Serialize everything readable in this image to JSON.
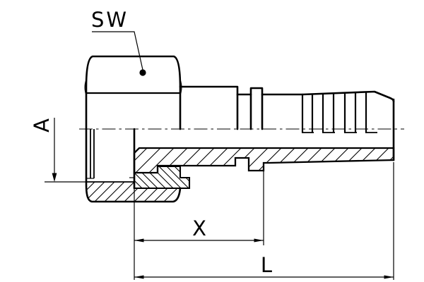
{
  "drawing": {
    "type": "technical-drawing-hose-fitting",
    "labels": {
      "wrench_size": "SW",
      "thread_dimension": "A",
      "cutoff_dimension": "X",
      "overall_length": "L"
    },
    "colors": {
      "background": "#ffffff",
      "line": "#000000"
    },
    "markers": {
      "sw_dot": "filled-circle-leader-marker"
    }
  }
}
